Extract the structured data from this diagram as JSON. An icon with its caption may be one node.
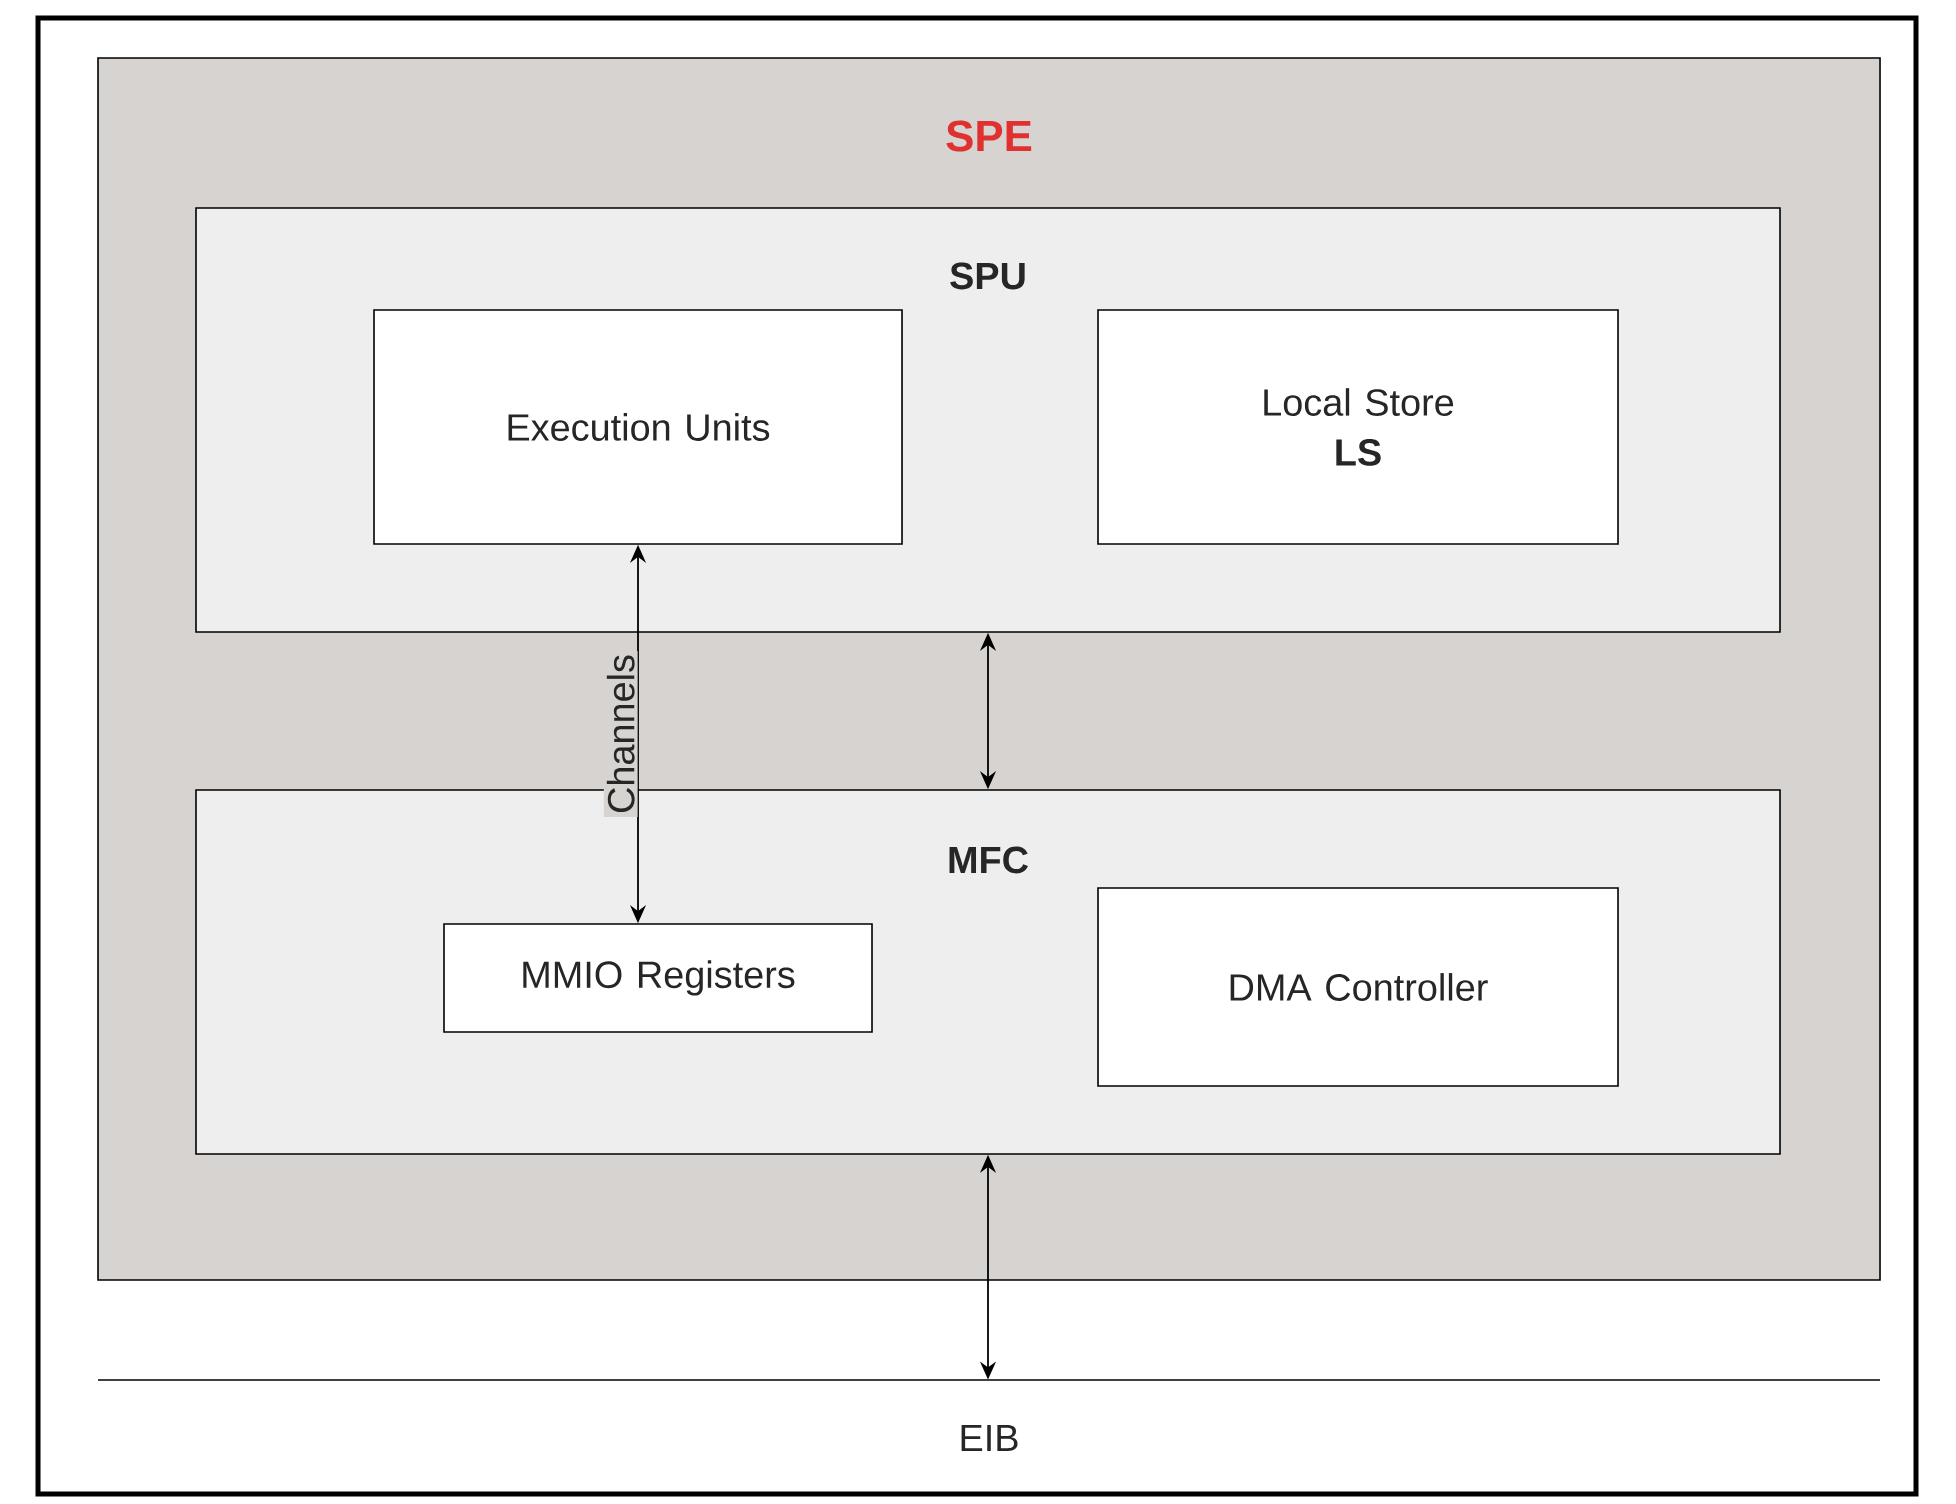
{
  "diagram": {
    "nodes": [
      {
        "text": [
          "SPE"
        ]
      },
      {
        "text": [
          "SPU"
        ],
        "in": 0
      },
      {
        "text": [
          "Execution Units"
        ],
        "in": 1
      },
      {
        "text": [
          "Local Store",
          "LS"
        ],
        "in": 1
      },
      {
        "text": [
          "MFC"
        ],
        "in": 0
      },
      {
        "text": [
          "MMIO Registers"
        ],
        "in": 4
      },
      {
        "text": [
          "DMA Controller"
        ],
        "in": 4
      },
      {
        "text": [
          "EIB"
        ]
      }
    ],
    "edges": [
      {
        "from": 2,
        "to": 5,
        "arrow": "both",
        "label": "Channels"
      },
      {
        "from": 1,
        "to": 4,
        "arrow": "both"
      },
      {
        "from": 4,
        "to": 7,
        "arrow": "both"
      }
    ]
  }
}
